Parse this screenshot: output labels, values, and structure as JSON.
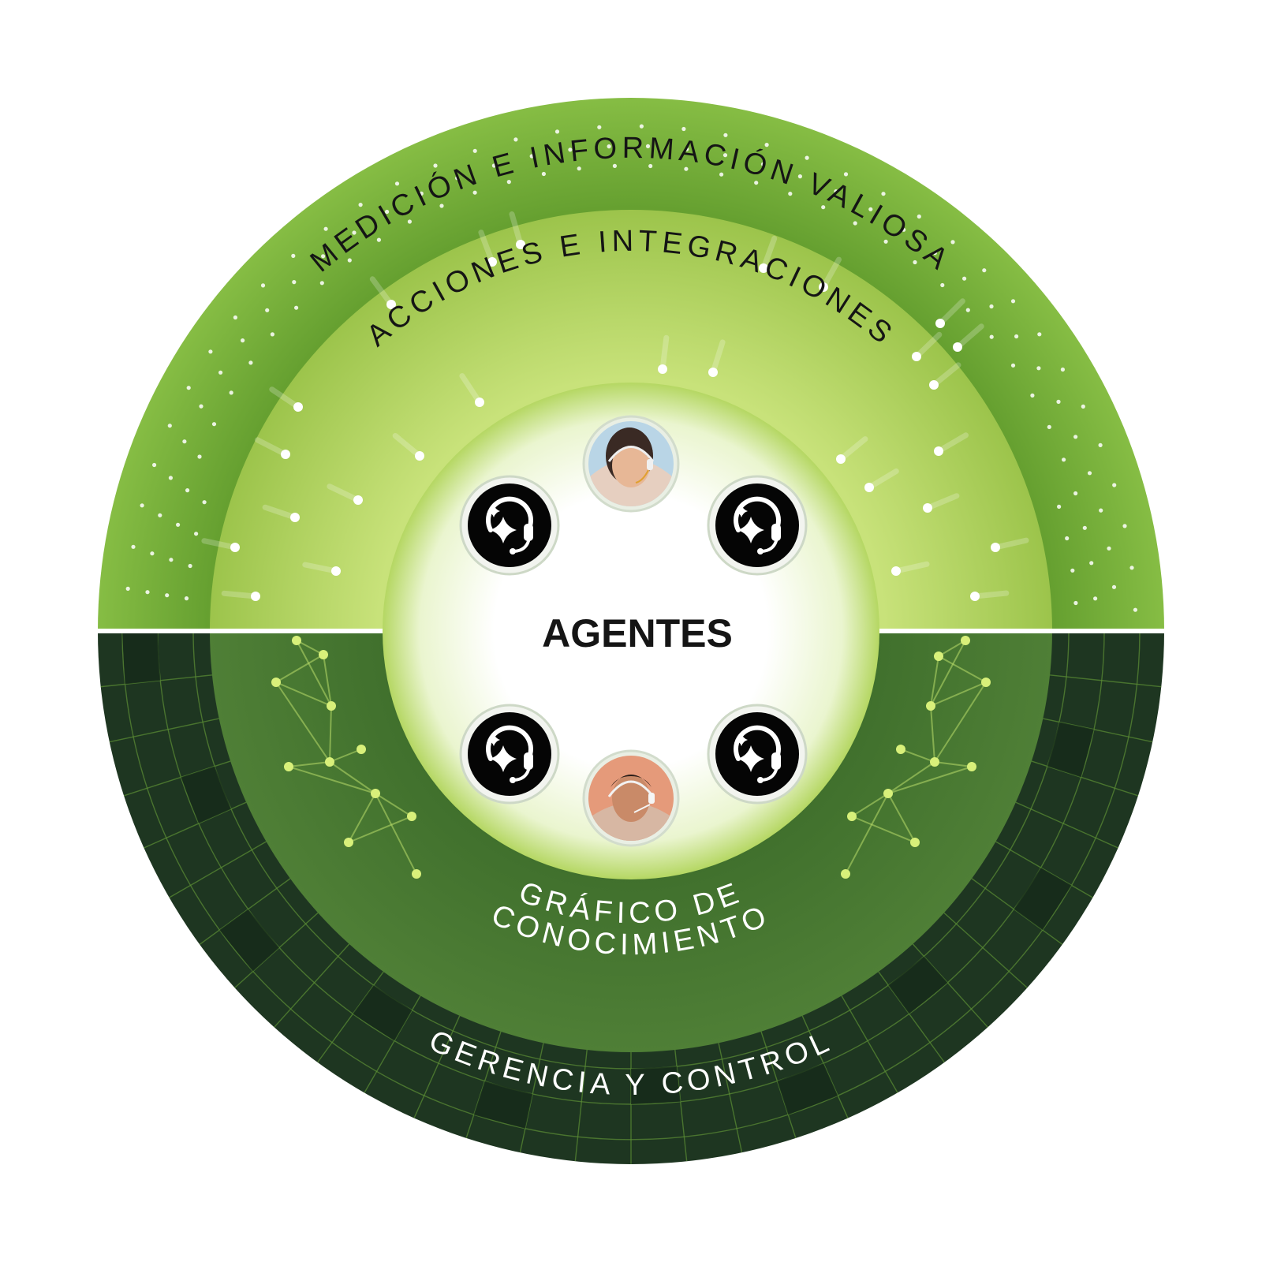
{
  "diagram": {
    "center": {
      "title": "AGENTES"
    },
    "rings": {
      "outer_top": "MEDICIÓN E INFORMACIÓN VALIOSA",
      "middle_top": "ACCIONES E INTEGRACIONES",
      "middle_bottom_line1": "GRÁFICO DE",
      "middle_bottom_line2": "CONOCIMIENTO",
      "outer_bottom": "GERENCIA Y CONTROL"
    },
    "nodes": [
      {
        "kind": "avatar",
        "icon": "woman-headset-avatar"
      },
      {
        "kind": "agent",
        "icon": "ai-headset-icon"
      },
      {
        "kind": "agent",
        "icon": "ai-headset-icon"
      },
      {
        "kind": "agent",
        "icon": "ai-headset-icon"
      },
      {
        "kind": "agent",
        "icon": "ai-headset-icon"
      },
      {
        "kind": "avatar",
        "icon": "man-headset-avatar"
      }
    ],
    "colors": {
      "outer_top": "#7fb23a",
      "middle_top": "#aed158",
      "outer_bottom": "#1f3a22",
      "middle_bottom": "#4a7a33",
      "center": "#ffffff",
      "accent_dots": "#d8f07a",
      "text_dark": "#151515",
      "text_light": "#ffffff"
    }
  }
}
